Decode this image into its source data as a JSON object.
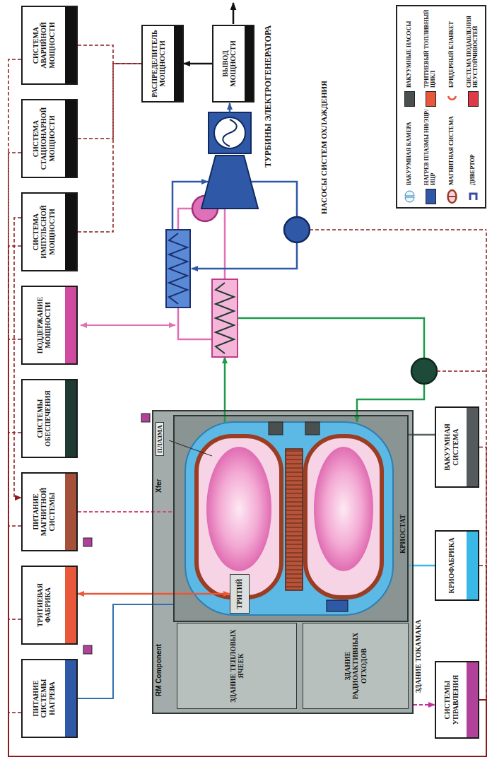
{
  "diagram": {
    "nodes": [
      {
        "text": [
          "ПИТАНИЕ СИСТЕМЫ НАГРЕВА"
        ]
      },
      {
        "text": [
          "ТРИТИЕВАЯ ФАБРИКА"
        ]
      },
      {
        "text": [
          "ПИТАНИЕ МАГНИТНОЙ СИСТЕМЫ"
        ]
      },
      {
        "text": [
          "СИСТЕМЫ ОБЕСПЕЧЕНИЯ"
        ]
      },
      {
        "text": [
          "ПОДДЕРЖАНИЕ МОЩНОСТИ"
        ]
      },
      {
        "text": [
          "СИСТЕМА ИМПУЛЬСНОЙ МОЩНОСТИ"
        ]
      },
      {
        "text": [
          "СИСТЕМА СТАЦИОНАРНОЙ МОЩНОСТИ"
        ]
      },
      {
        "text": [
          "СИСТЕМА АВАРИЙНОЙ МОЩНОСТИ"
        ]
      },
      {
        "text": [
          "РАСПРЕДЕЛИТЕЛЬ МОЩНОСТИ"
        ]
      },
      {
        "text": [
          "ВЫВОД МОЩНОСТИ"
        ]
      },
      {
        "text": [
          "ЗДАНИЕ ТОКАМАКА"
        ]
      },
      {
        "text": [
          "ЗДАНИЕ ТЕПЛОВЫХ ЯЧЕЕК"
        ],
        "in": 10
      },
      {
        "text": [
          "ЗДАНИЕ РАДИОАКТИВНЫХ ОТХОДОВ"
        ],
        "in": 10
      },
      {
        "text": [
          "КРИОСТАТ"
        ],
        "in": 10
      },
      {
        "text": [
          "ТРИТИЙ"
        ],
        "in": 13
      },
      {
        "text": [
          "СИСТЕМЫ УПРАВЛЕНИЯ"
        ]
      },
      {
        "text": [
          "КРИОФАБРИКА"
        ]
      },
      {
        "text": [
          "ВАКУУМНАЯ СИСТЕМА"
        ]
      }
    ],
    "edges": [
      {
        "from": 14,
        "to": 1,
        "arrow": "both"
      },
      {
        "from": 0,
        "to": 13,
        "arrow": "none"
      },
      {
        "from": 2,
        "to": 13,
        "arrow": "none"
      },
      {
        "from": 16,
        "to": 13,
        "arrow": "none"
      },
      {
        "from": 17,
        "to": 13,
        "arrow": "none"
      },
      {
        "from": 5,
        "to": 2,
        "arrow": "to"
      },
      {
        "from": 7,
        "to": 8,
        "arrow": "none"
      },
      {
        "from": 6,
        "to": 8,
        "arrow": "none"
      },
      {
        "from": 5,
        "to": 8,
        "arrow": "none"
      },
      {
        "from": 9,
        "to": 8,
        "arrow": "to"
      },
      {
        "from": 10,
        "to": 15,
        "arrow": "to"
      },
      {
        "from": 0,
        "to": 15,
        "arrow": "none"
      },
      {
        "from": 1,
        "to": 15,
        "arrow": "none"
      },
      {
        "from": 2,
        "to": 15,
        "arrow": "none"
      },
      {
        "from": 3,
        "to": 15,
        "arrow": "none"
      },
      {
        "from": 4,
        "to": 15,
        "arrow": "none"
      },
      {
        "from": 5,
        "to": 15,
        "arrow": "none"
      },
      {
        "from": 6,
        "to": 15,
        "arrow": "none"
      },
      {
        "from": 7,
        "to": 15,
        "arrow": "none"
      },
      {
        "from": 16,
        "to": 15,
        "arrow": "none"
      },
      {
        "from": 17,
        "to": 15,
        "arrow": "none"
      }
    ],
    "labels": [
      "RM Component",
      "Xfer",
      "ПЛАЗМА",
      "ТУРБИНЫ ЭЛЕКТРОГЕНЕРАТОРА",
      "НАСОСЫ СИСТЕМ ОХЛАЖДЕНИЯ"
    ],
    "legend": [
      {
        "text": "ВАКУУМНАЯ КАМЕРА"
      },
      {
        "text": "ВАКУУМНЫЕ НАСОСЫ",
        "color": "#4a4f50"
      },
      {
        "text": "НАГРЕВ ПЛАЗМЫ НИ/ЭЦР/ИЦР",
        "color": "#2f58a6"
      },
      {
        "text": "ТРИТИЕВЫЙ ТОПЛИВНЫЙ ЦИКЛ",
        "color": "#e8583a"
      },
      {
        "text": "МАГНИТНАЯ СИСТЕМА"
      },
      {
        "text": "БРИДЕРНЫЙ БЛАНКЕТ"
      },
      {
        "text": "ДИВЕРТОР"
      },
      {
        "text": "СИСТЕМА ПОДАВЛЕНИЯ НЕУСТОЙЧИВОСТЕЙ",
        "color": "#e03a4a"
      }
    ]
  }
}
